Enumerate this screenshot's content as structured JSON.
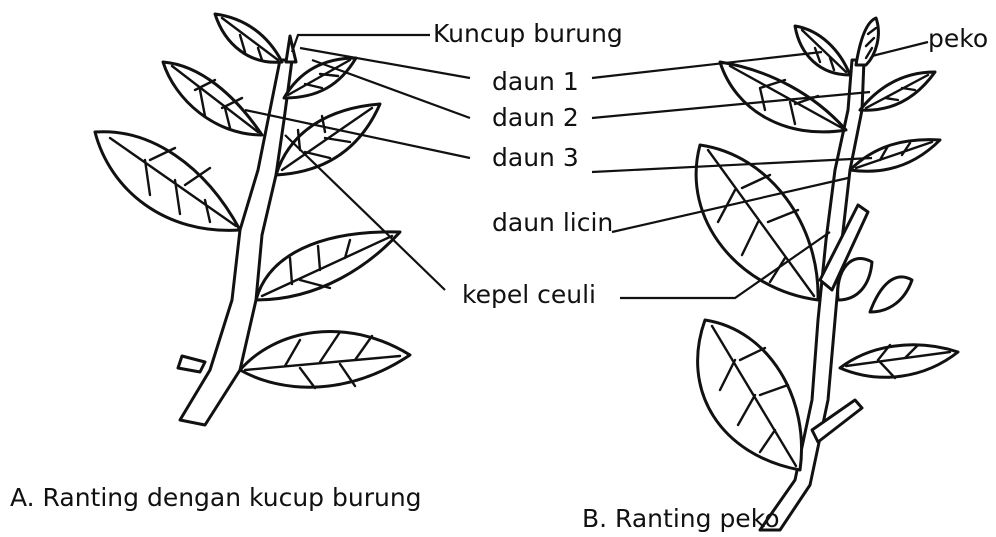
{
  "labels": {
    "kuncup_burung": "Kuncup burung",
    "daun1": "daun 1",
    "daun2": "daun 2",
    "daun3": "daun 3",
    "daun_licin": "daun licin",
    "kepel_ceuli": "kepel ceuli",
    "peko": "peko"
  },
  "captions": {
    "a": "A. Ranting dengan kucup burung",
    "b": "B. Ranting peko"
  },
  "colors": {
    "ink": "#111111",
    "background": "#ffffff"
  }
}
